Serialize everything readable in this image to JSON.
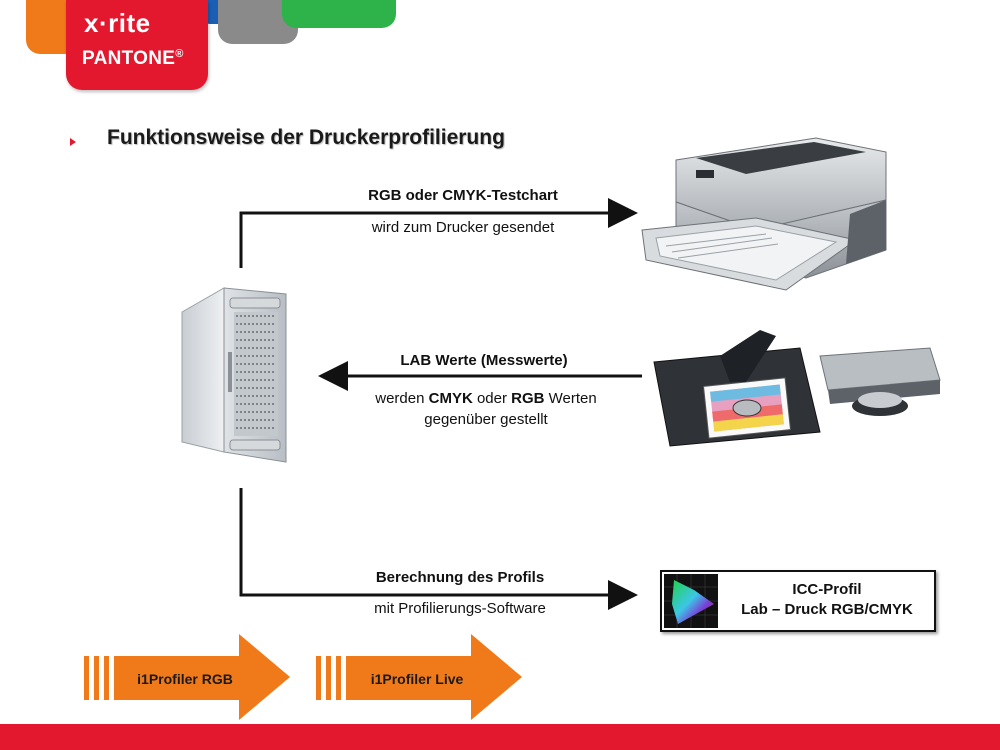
{
  "header": {
    "brand_top": "x·rite",
    "brand_bottom": "PANTONE",
    "registered": "®",
    "tab_colors": [
      "#f07a1a",
      "#1a5fb4",
      "#888888",
      "#2db34a"
    ],
    "accent": "#e3182f"
  },
  "title": "Funktionsweise der Druckerprofilierung",
  "flows": {
    "to_printer": {
      "heading": "RGB oder CMYK-Testchart",
      "sub": "wird zum Drucker gesendet"
    },
    "from_measure": {
      "heading": "LAB Werte (Messwerte)",
      "sub_1": "werden ",
      "sub_cmyk": "CMYK",
      "sub_2": " oder ",
      "sub_rgb": "RGB",
      "sub_3": " Werten",
      "sub_line2": "gegenüber gestellt"
    },
    "to_profile": {
      "heading": "Berechnung des Profils",
      "sub": "mit Profilierungs-Software"
    }
  },
  "icc": {
    "line1": "ICC-Profil",
    "line2": "Lab – Druck RGB/CMYK"
  },
  "products": [
    {
      "label": "i1Profiler RGB"
    },
    {
      "label": "i1Profiler Live"
    }
  ],
  "colors": {
    "orange": "#f07a1a",
    "footer": "#e3182f"
  }
}
